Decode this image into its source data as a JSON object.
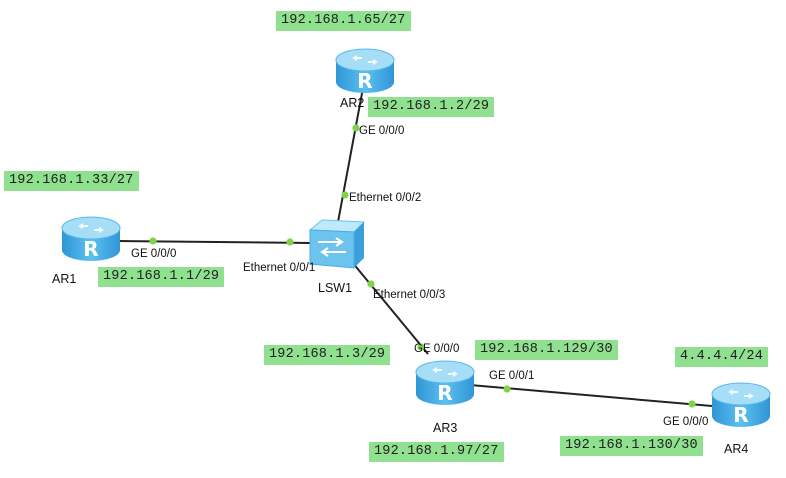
{
  "colors": {
    "link": "#222222",
    "port_dot": "#7ed348",
    "ip_label_bg": "#8fe08f",
    "router_body": "#4fb0e6",
    "router_top": "#9bd8f5",
    "switch_body": "#6cc3ee"
  },
  "devices": {
    "ar1": {
      "name": "AR1",
      "icon": "router-icon"
    },
    "ar2": {
      "name": "AR2",
      "icon": "router-icon"
    },
    "ar3": {
      "name": "AR3",
      "icon": "router-icon"
    },
    "ar4": {
      "name": "AR4",
      "icon": "router-icon"
    },
    "lsw1": {
      "name": "LSW1",
      "icon": "switch-icon"
    }
  },
  "ports": {
    "ar1_ge000": "GE 0/0/0",
    "lsw1_e001": "Ethernet 0/0/1",
    "ar2_ge000": "GE 0/0/0",
    "lsw1_e002": "Ethernet 0/0/2",
    "lsw1_e003": "Ethernet 0/0/3",
    "ar3_ge000": "GE 0/0/0",
    "ar3_ge001": "GE 0/0/1",
    "ar4_ge000": "GE 0/0/0"
  },
  "ip_labels": {
    "ar2_loopback": "192.168.1.65/27",
    "ar2_ge000": "192.168.1.2/29",
    "ar1_loopback": "192.168.1.33/27",
    "ar1_ge000": "192.168.1.1/29",
    "ar3_ge000": "192.168.1.3/29",
    "ar3_ge001": "192.168.1.129/30",
    "ar3_loopback": "192.168.1.97/27",
    "ar4_loopback": "4.4.4.4/24",
    "ar4_ge000": "192.168.1.130/30"
  }
}
